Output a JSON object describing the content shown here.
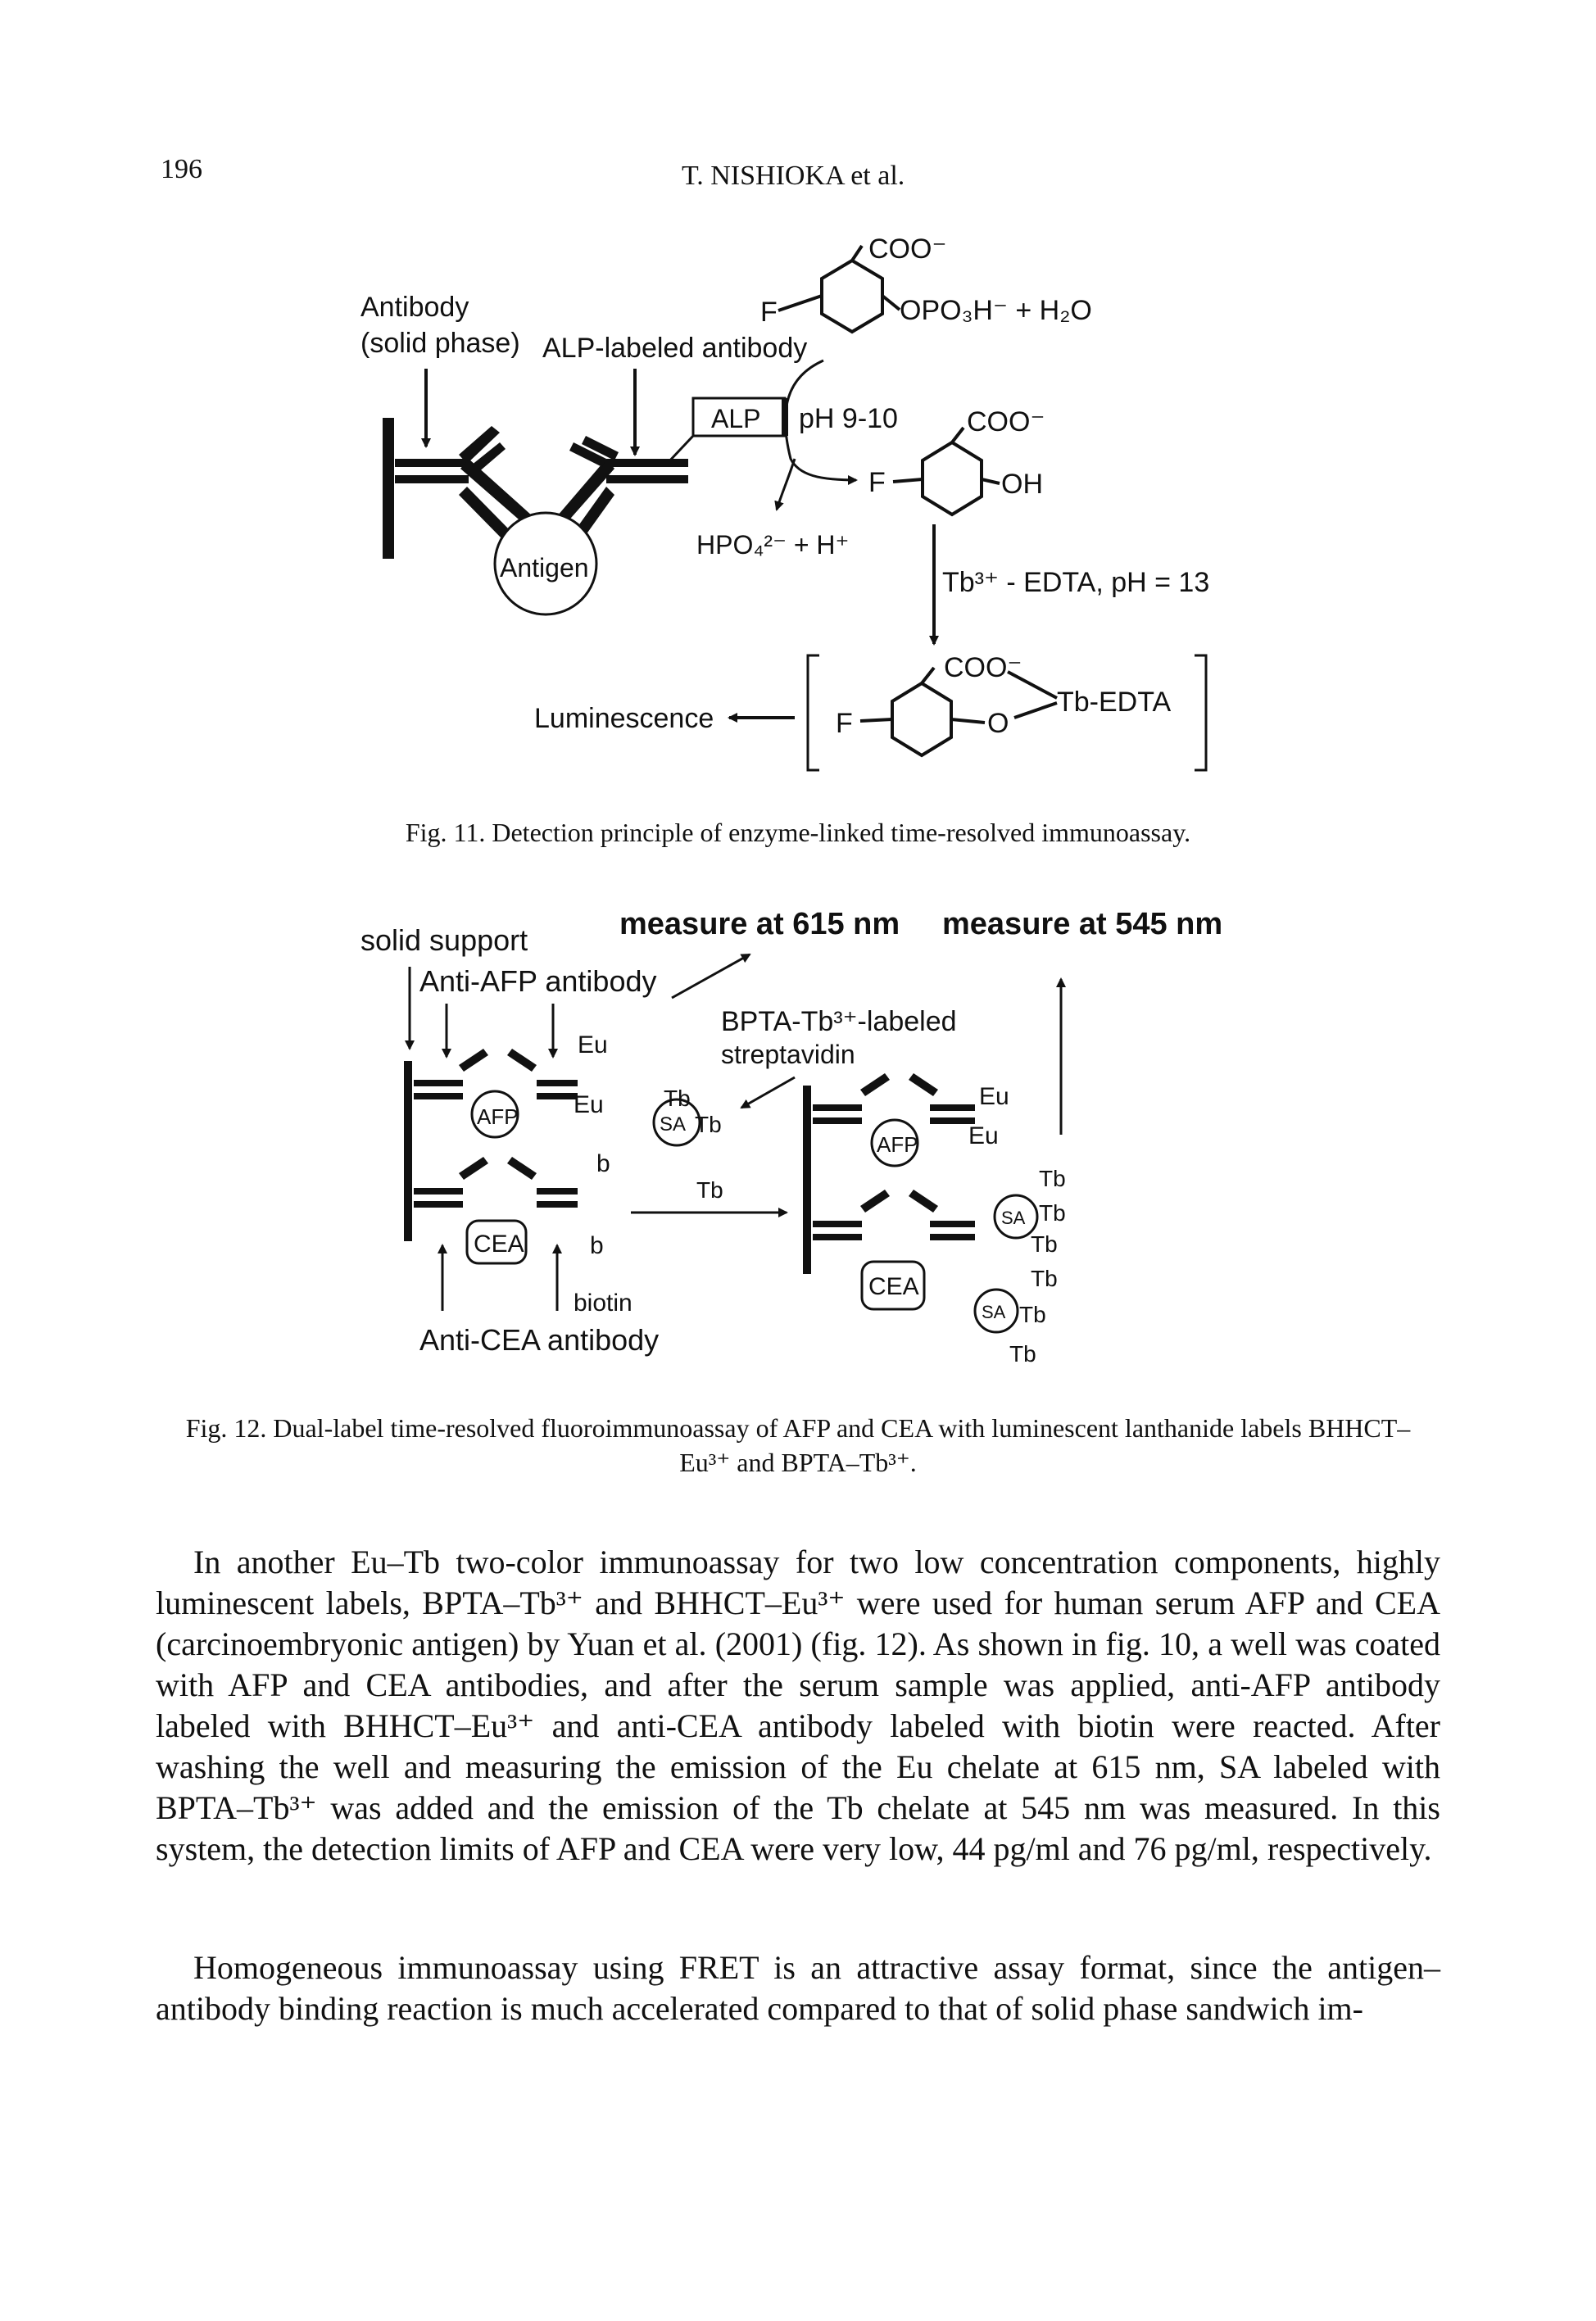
{
  "header": {
    "page_number": "196",
    "running_head": "T. NISHIOKA et al."
  },
  "figure11": {
    "labels": {
      "antibody": "Antibody",
      "solid_phase": "(solid phase)",
      "alp_labeled": "ALP-labeled antibody",
      "coo_top": "COO⁻",
      "f_top": "F",
      "opo3h": "OPO₃H⁻ + H₂O",
      "alp": "ALP",
      "ph": "pH 9-10",
      "coo_mid": "COO⁻",
      "f_mid": "F",
      "oh": "OH",
      "hpo4": "HPO₄²⁻ + H⁺",
      "antigen": "Antigen",
      "tb_edta_cond": "Tb³⁺ - EDTA, pH = 13",
      "coo_bot": "COO⁻",
      "tb_edta": "Tb-EDTA",
      "f_bot": "F",
      "o_bot": "O",
      "luminescence": "Luminescence"
    },
    "caption": "Fig. 11.  Detection principle of enzyme-linked time-resolved immunoassay."
  },
  "figure12": {
    "labels": {
      "solid_support": "solid support",
      "measure_615": "measure at 615 nm",
      "measure_545": "measure at 545 nm",
      "anti_afp": "Anti-AFP antibody",
      "bpta_tb": "BPTA-Tb³⁺-labeled",
      "streptavidin": "streptavidin",
      "eu": "Eu",
      "afp": "AFP",
      "cea": "CEA",
      "b": "b",
      "tb": "Tb",
      "sa": "SA",
      "biotin": "biotin",
      "anti_cea": "Anti-CEA antibody"
    },
    "caption_line1": "Fig. 12.  Dual-label time-resolved fluoroimmunoassay of AFP and CEA with luminescent lanthanide labels BHHCT–",
    "caption_line2": "Eu³⁺ and BPTA–Tb³⁺."
  },
  "body": {
    "paragraph1": "In another Eu–Tb two-color immunoassay for two low concentration components, highly luminescent labels, BPTA–Tb³⁺ and BHHCT–Eu³⁺ were used for human serum AFP and CEA (carcinoembryonic antigen) by Yuan et al. (2001) (fig. 12). As shown in fig. 10, a well was coated with AFP and CEA antibodies, and after the serum sample was applied, anti-AFP antibody labeled with BHHCT–Eu³⁺ and anti-CEA antibody labeled with biotin were reacted. After washing the well and measuring the emission of the Eu chelate at 615 nm, SA labeled with BPTA–Tb³⁺ was added and the emission of the Tb chelate at 545 nm was measured. In this system, the detection limits of AFP and CEA were very low, 44 pg/ml and 76 pg/ml, respectively.",
    "paragraph2": "Homogeneous immunoassay using FRET is an attractive assay format, since the antigen–antibody binding reaction is much accelerated compared to that of solid phase sandwich im-"
  }
}
